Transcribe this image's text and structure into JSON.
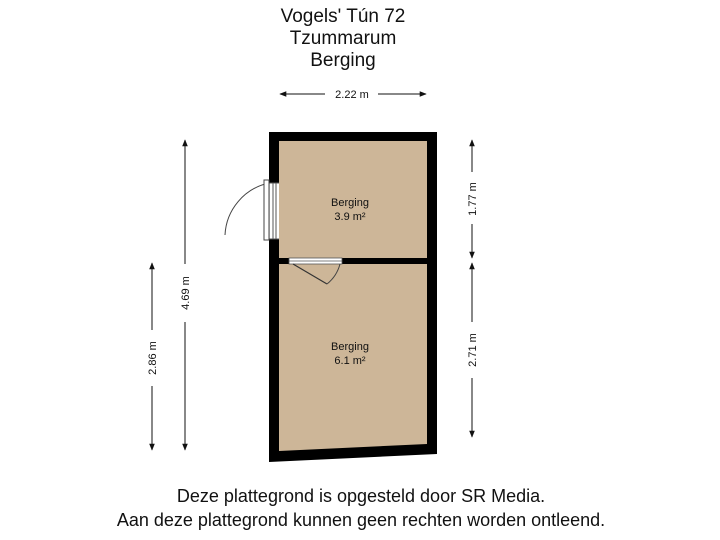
{
  "header": {
    "address": "Vogels' Tún 72",
    "city": "Tzummarum",
    "floor": "Berging"
  },
  "rooms": [
    {
      "name": "Berging",
      "area": "3.9 m²"
    },
    {
      "name": "Berging",
      "area": "6.1 m²"
    }
  ],
  "dimensions": {
    "top_width": "2.22 m",
    "overall_height": "4.69 m",
    "left_lower_height": "2.86 m",
    "right_upper_height": "1.77 m",
    "right_lower_height": "2.71 m"
  },
  "footer": {
    "line1": "Deze plattegrond is opgesteld door SR Media.",
    "line2": "Aan deze plattegrond kunnen geen rechten worden ontleend."
  },
  "colors": {
    "floor": "#cdb698",
    "wall": "#000000"
  }
}
